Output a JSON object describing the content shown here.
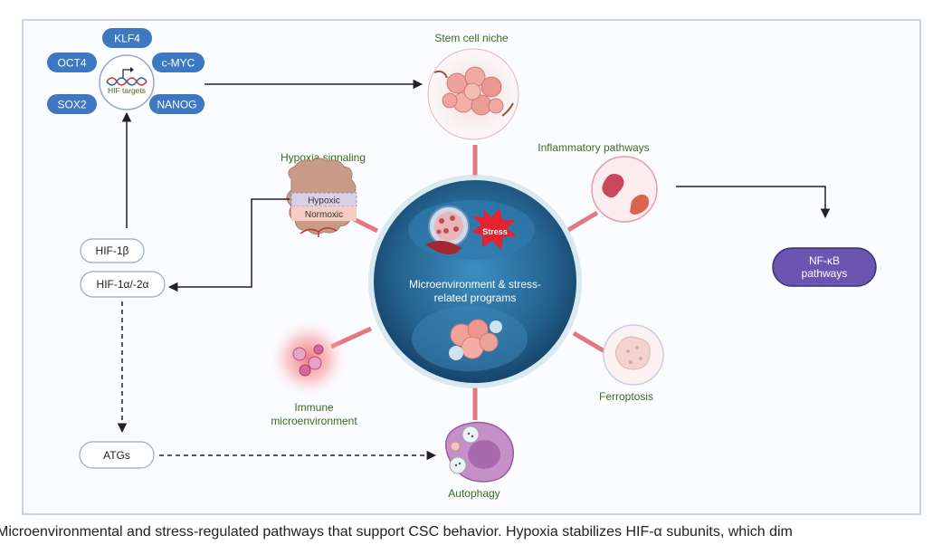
{
  "transcription_factors": [
    "KLF4",
    "OCT4",
    "c-MYC",
    "SOX2",
    "NANOG"
  ],
  "hif_targets_label": "HIF targets",
  "stem_cell_niche": "Stem cell niche",
  "hypoxia_signaling": "Hypoxia signaling",
  "hypoxic": "Hypoxic",
  "normoxic": "Normoxic",
  "inflammatory_pathways": "Inflammatory pathways",
  "nfkb": [
    "NF-κB",
    "pathways"
  ],
  "hif1b": "HIF-1β",
  "hif1a": "HIF-1α/-2α",
  "stress": "Stress",
  "center_label": [
    "Microenvironment & stress-",
    "related programs"
  ],
  "immune": [
    "Immune",
    "microenvironment"
  ],
  "ferroptosis": "Ferroptosis",
  "atgs": "ATGs",
  "autophagy": "Autophagy",
  "caption": "Microenvironmental and stress-regulated pathways that support CSC behavior. Hypoxia stabilizes HIF-α subunits, which dim",
  "colors": {
    "tf_blue": "#3e78c2",
    "nfkb_purple": "#6a55b0",
    "label_green": "#3d6b1e",
    "connector_pink": "#e07a80",
    "frame_blue": "#b7c4e6",
    "center_blue": "#2c6d98"
  }
}
